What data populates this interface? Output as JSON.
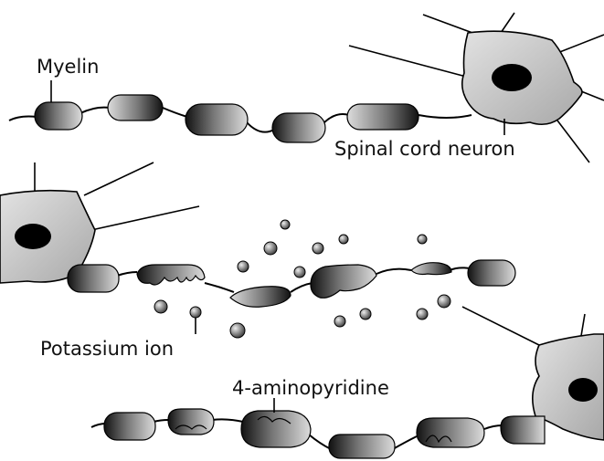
{
  "labels": {
    "myelin": "Myelin",
    "spinal_cord_neuron": "Spinal cord neuron",
    "potassium_ion": "Potassium ion",
    "aminopyridine": "4-aminopyridine"
  }
}
